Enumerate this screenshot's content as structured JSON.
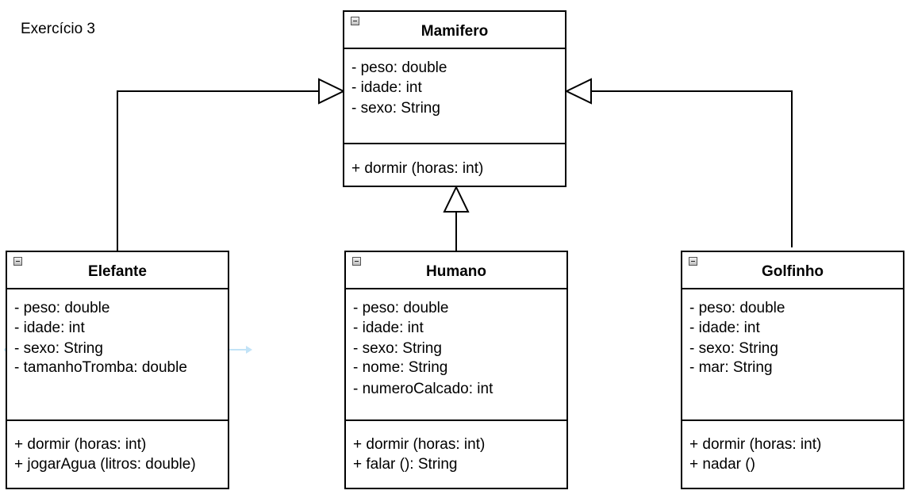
{
  "diagram_title": "Exercício 3",
  "classes": {
    "mamifero": {
      "name": "Mamifero",
      "attributes": [
        "- peso: double",
        "- idade: int",
        "- sexo: String"
      ],
      "methods": [
        "+ dormir (horas: int)"
      ]
    },
    "elefante": {
      "name": "Elefante",
      "attributes": [
        "- peso: double",
        "- idade: int",
        "- sexo: String",
        "- tamanhoTromba: double"
      ],
      "methods": [
        "+ dormir (horas: int)",
        "+ jogarAgua (litros: double)"
      ]
    },
    "humano": {
      "name": "Humano",
      "attributes": [
        "- peso: double",
        "- idade: int",
        "- sexo: String",
        "- nome: String",
        "- numeroCalcado: int"
      ],
      "methods": [
        "+ dormir (horas: int)",
        "+ falar (): String"
      ]
    },
    "golfinho": {
      "name": "Golfinho",
      "attributes": [
        "- peso: double",
        "- idade: int",
        "- sexo: String",
        "- mar: String"
      ],
      "methods": [
        "+ dormir (horas: int)",
        "+ nadar ()"
      ]
    }
  },
  "relations": [
    {
      "type": "generalization",
      "from": "Elefante",
      "to": "Mamifero"
    },
    {
      "type": "generalization",
      "from": "Humano",
      "to": "Mamifero"
    },
    {
      "type": "generalization",
      "from": "Golfinho",
      "to": "Mamifero"
    }
  ]
}
